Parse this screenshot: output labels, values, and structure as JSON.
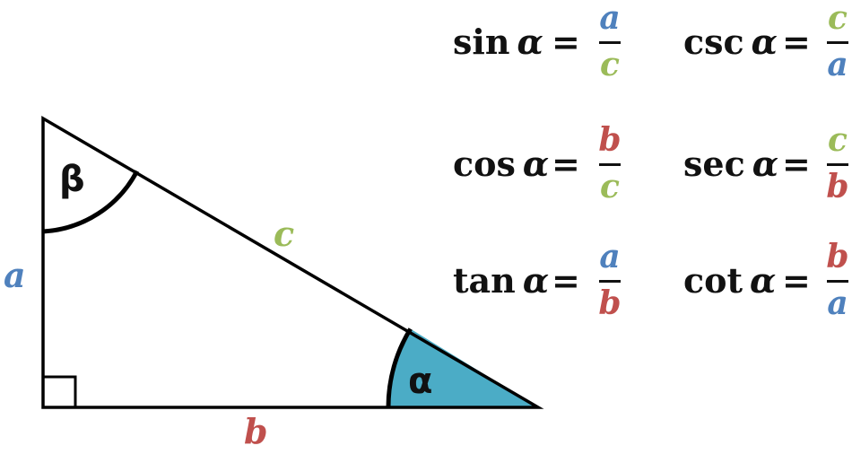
{
  "colors": {
    "a": "#4f81bd",
    "b": "#c0504d",
    "c": "#9bbb59",
    "alpha_fill": "#4bacc6",
    "stroke": "#000000"
  },
  "triangle": {
    "side_a": "a",
    "side_b": "b",
    "side_c": "c",
    "angle_alpha": "α",
    "angle_beta": "β"
  },
  "formulas": [
    {
      "fn": "sin",
      "angle": "α",
      "eq": "=",
      "num": "a",
      "num_color": "a",
      "den": "c",
      "den_color": "c"
    },
    {
      "fn": "csc",
      "angle": "α",
      "eq": "=",
      "num": "c",
      "num_color": "c",
      "den": "a",
      "den_color": "a"
    },
    {
      "fn": "cos",
      "angle": "α",
      "eq": "=",
      "num": "b",
      "num_color": "b",
      "den": "c",
      "den_color": "c"
    },
    {
      "fn": "sec",
      "angle": "α",
      "eq": "=",
      "num": "c",
      "num_color": "c",
      "den": "b",
      "den_color": "b"
    },
    {
      "fn": "tan",
      "angle": "α",
      "eq": "=",
      "num": "a",
      "num_color": "a",
      "den": "b",
      "den_color": "b"
    },
    {
      "fn": "cot",
      "angle": "α",
      "eq": "=",
      "num": "b",
      "num_color": "b",
      "den": "a",
      "den_color": "a"
    }
  ]
}
